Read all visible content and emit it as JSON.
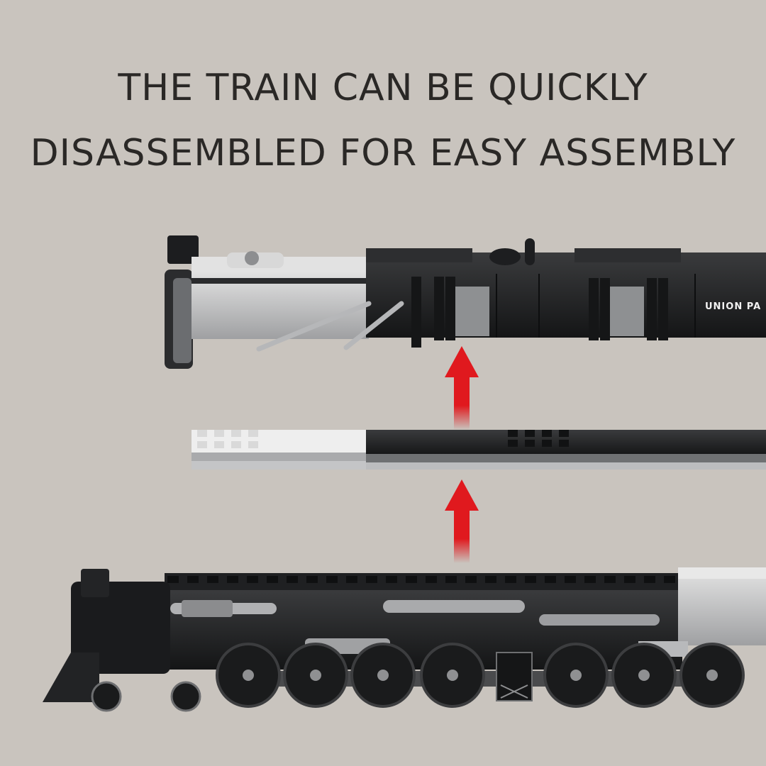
{
  "headline": {
    "line1": "THE TRAIN CAN BE QUICKLY",
    "line2": "DISASSEMBLED FOR EASY ASSEMBLY"
  },
  "boiler_lettering": "UNION PA",
  "colors": {
    "background": "#c9c4be",
    "text": "#2a2826",
    "arrow": "#e0191e",
    "body_black": "#1e1f21",
    "body_grey": "#9a9c9e",
    "body_silver": "#d4d5d6"
  },
  "icons": [
    "arrow-up-icon",
    "arrow-up-icon"
  ]
}
